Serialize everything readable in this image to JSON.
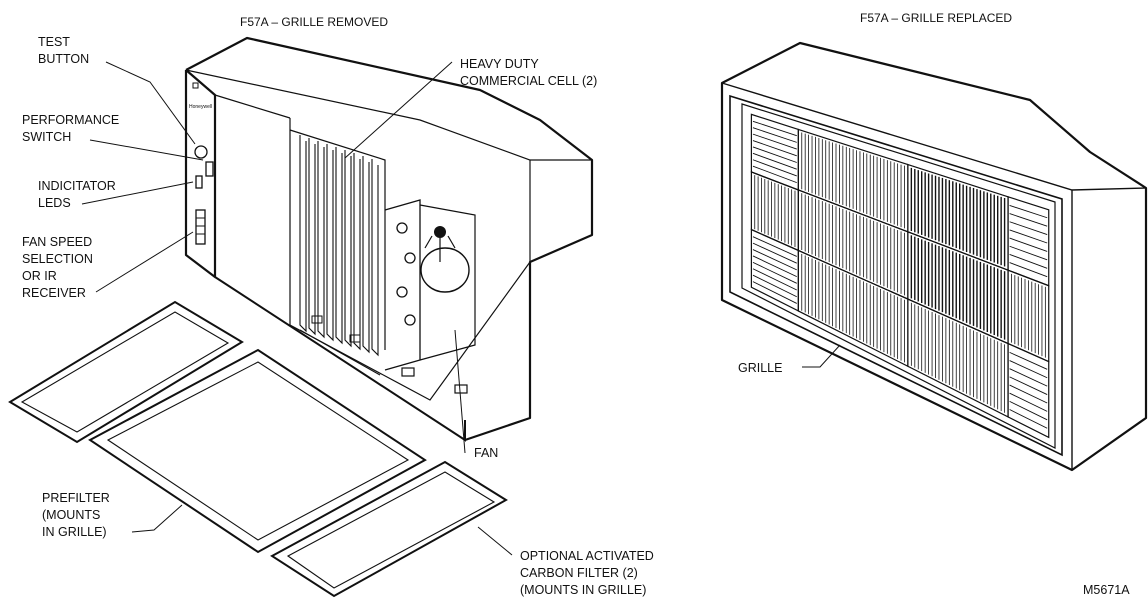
{
  "titles": {
    "left": "F57A – GRILLE REMOVED",
    "right": "F57A – GRILLE REPLACED"
  },
  "labels": {
    "test_button": [
      "TEST",
      "BUTTON"
    ],
    "performance_switch": [
      "PERFORMANCE",
      "SWITCH"
    ],
    "indicator_leds": [
      "INDICITATOR",
      "LEDS"
    ],
    "fan_speed": [
      "FAN SPEED",
      "SELECTION",
      "OR IR",
      "RECEIVER"
    ],
    "commercial_cell": [
      "HEAVY DUTY",
      "COMMERCIAL CELL (2)"
    ],
    "fan": [
      "FAN"
    ],
    "prefilter": [
      "PREFILTER",
      "(MOUNTS",
      "IN GRILLE)"
    ],
    "carbon_filter": [
      "OPTIONAL ACTIVATED",
      "CARBON FILTER (2)",
      "(MOUNTS IN GRILLE)"
    ],
    "grille": [
      "GRILLE"
    ]
  },
  "figure_id": "M5671A",
  "colors": {
    "ink": "#111111",
    "paper": "#ffffff"
  }
}
